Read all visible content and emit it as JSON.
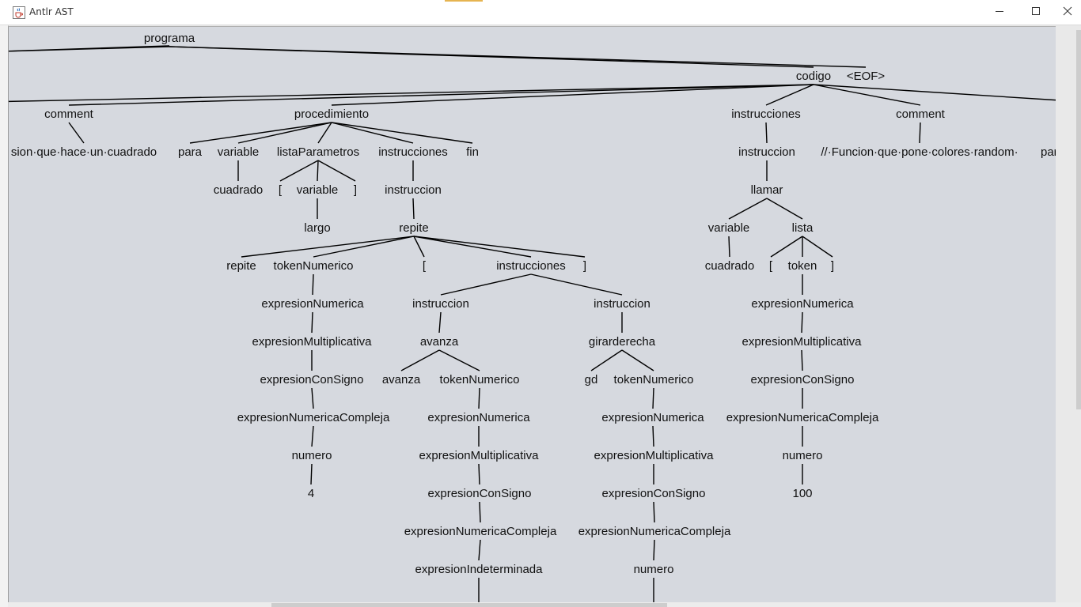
{
  "window": {
    "title": "Antlr AST",
    "minimize_glyph": "—",
    "maximize_glyph": "☐",
    "close_glyph": "✕",
    "icon": "java-cup-icon"
  },
  "tree": {
    "nodes": [
      {
        "id": "programa",
        "label": "programa",
        "parent": null
      },
      {
        "id": "codigo",
        "label": "codigo",
        "parent": "programa"
      },
      {
        "id": "eof",
        "label": "<EOF>",
        "parent": "programa"
      },
      {
        "id": "comment1",
        "label": "comment",
        "parent": "codigo"
      },
      {
        "id": "procedimiento",
        "label": "procedimiento",
        "parent": "codigo"
      },
      {
        "id": "instrucciones1",
        "label": "instrucciones",
        "parent": "codigo"
      },
      {
        "id": "comment2",
        "label": "comment",
        "parent": "codigo"
      },
      {
        "id": "comment1_text",
        "label": "sion·que·hace·un·cuadrado",
        "parent": "comment1"
      },
      {
        "id": "para1",
        "label": "para",
        "parent": "procedimiento"
      },
      {
        "id": "variable1",
        "label": "variable",
        "parent": "procedimiento"
      },
      {
        "id": "listaParametros",
        "label": "listaParametros",
        "parent": "procedimiento"
      },
      {
        "id": "instrucciones2",
        "label": "instrucciones",
        "parent": "procedimiento"
      },
      {
        "id": "fin",
        "label": "fin",
        "parent": "procedimiento"
      },
      {
        "id": "instruccion1",
        "label": "instruccion",
        "parent": "instrucciones1"
      },
      {
        "id": "comment2_text",
        "label": "//·Funcion·que·pone·colores·random·",
        "parent": "comment2"
      },
      {
        "id": "para2",
        "label": "para",
        "parent": null
      },
      {
        "id": "cuadrado1",
        "label": "cuadrado",
        "parent": "variable1"
      },
      {
        "id": "lbr1",
        "label": "[",
        "parent": "listaParametros"
      },
      {
        "id": "variable2",
        "label": "variable",
        "parent": "listaParametros"
      },
      {
        "id": "rbr1",
        "label": "]",
        "parent": "listaParametros"
      },
      {
        "id": "instruccion2",
        "label": "instruccion",
        "parent": "instrucciones2"
      },
      {
        "id": "llamar",
        "label": "llamar",
        "parent": "instruccion1"
      },
      {
        "id": "largo",
        "label": "largo",
        "parent": "variable2"
      },
      {
        "id": "repite1",
        "label": "repite",
        "parent": "instruccion2"
      },
      {
        "id": "variable3",
        "label": "variable",
        "parent": "llamar"
      },
      {
        "id": "lista",
        "label": "lista",
        "parent": "llamar"
      },
      {
        "id": "repite2",
        "label": "repite",
        "parent": "repite1"
      },
      {
        "id": "tokenNumerico1",
        "label": "tokenNumerico",
        "parent": "repite1"
      },
      {
        "id": "lbr2",
        "label": "[",
        "parent": "repite1"
      },
      {
        "id": "instrucciones3",
        "label": "instrucciones",
        "parent": "repite1"
      },
      {
        "id": "rbr2",
        "label": "]",
        "parent": "repite1"
      },
      {
        "id": "cuadrado2",
        "label": "cuadrado",
        "parent": "variable3"
      },
      {
        "id": "lbr3",
        "label": "[",
        "parent": "lista"
      },
      {
        "id": "token",
        "label": "token",
        "parent": "lista"
      },
      {
        "id": "rbr3",
        "label": "]",
        "parent": "lista"
      },
      {
        "id": "expNum1",
        "label": "expresionNumerica",
        "parent": "tokenNumerico1"
      },
      {
        "id": "instruccion3",
        "label": "instruccion",
        "parent": "instrucciones3"
      },
      {
        "id": "instruccion4",
        "label": "instruccion",
        "parent": "instrucciones3"
      },
      {
        "id": "expNum4",
        "label": "expresionNumerica",
        "parent": "token"
      },
      {
        "id": "expMul1",
        "label": "expresionMultiplicativa",
        "parent": "expNum1"
      },
      {
        "id": "avanza1",
        "label": "avanza",
        "parent": "instruccion3"
      },
      {
        "id": "girarderecha",
        "label": "girarderecha",
        "parent": "instruccion4"
      },
      {
        "id": "expMul4",
        "label": "expresionMultiplicativa",
        "parent": "expNum4"
      },
      {
        "id": "expSig1",
        "label": "expresionConSigno",
        "parent": "expMul1"
      },
      {
        "id": "avanza2",
        "label": "avanza",
        "parent": "avanza1"
      },
      {
        "id": "tokenNumerico2",
        "label": "tokenNumerico",
        "parent": "avanza1"
      },
      {
        "id": "gd",
        "label": "gd",
        "parent": "girarderecha"
      },
      {
        "id": "tokenNumerico3",
        "label": "tokenNumerico",
        "parent": "girarderecha"
      },
      {
        "id": "expSig4",
        "label": "expresionConSigno",
        "parent": "expMul4"
      },
      {
        "id": "expComp1",
        "label": "expresionNumericaCompleja",
        "parent": "expSig1"
      },
      {
        "id": "expNum2",
        "label": "expresionNumerica",
        "parent": "tokenNumerico2"
      },
      {
        "id": "expNum3",
        "label": "expresionNumerica",
        "parent": "tokenNumerico3"
      },
      {
        "id": "expComp4",
        "label": "expresionNumericaCompleja",
        "parent": "expSig4"
      },
      {
        "id": "numero1",
        "label": "numero",
        "parent": "expComp1"
      },
      {
        "id": "expMul2",
        "label": "expresionMultiplicativa",
        "parent": "expNum2"
      },
      {
        "id": "expMul3",
        "label": "expresionMultiplicativa",
        "parent": "expNum3"
      },
      {
        "id": "numero4",
        "label": "numero",
        "parent": "expComp4"
      },
      {
        "id": "val4",
        "label": "4",
        "parent": "numero1"
      },
      {
        "id": "expSig2",
        "label": "expresionConSigno",
        "parent": "expMul2"
      },
      {
        "id": "expSig3",
        "label": "expresionConSigno",
        "parent": "expMul3"
      },
      {
        "id": "val100",
        "label": "100",
        "parent": "numero4"
      },
      {
        "id": "expComp2",
        "label": "expresionNumericaCompleja",
        "parent": "expSig2"
      },
      {
        "id": "expComp3",
        "label": "expresionNumericaCompleja",
        "parent": "expSig3"
      },
      {
        "id": "expInd",
        "label": "expresionIndeterminada",
        "parent": "expComp2"
      },
      {
        "id": "numero3",
        "label": "numero",
        "parent": "expComp3"
      }
    ]
  }
}
